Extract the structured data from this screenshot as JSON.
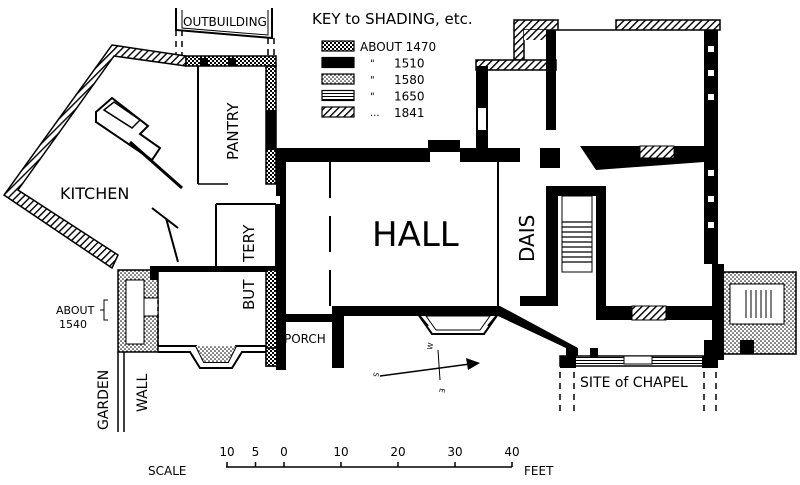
{
  "key": {
    "title": "KEY to SHADING, etc.",
    "entries": [
      {
        "mark": "",
        "label": "ABOUT 1470",
        "pattern": "cross"
      },
      {
        "mark": "\"",
        "label": "1510",
        "pattern": "solid"
      },
      {
        "mark": "\"",
        "label": "1580",
        "pattern": "dots"
      },
      {
        "mark": "\"",
        "label": "1650",
        "pattern": "hlines"
      },
      {
        "mark": "...",
        "label": "1841",
        "pattern": "diag"
      }
    ]
  },
  "rooms": {
    "outbuilding": "OUTBUILDING",
    "pantry": "PANTRY",
    "kitchen": "KITCHEN",
    "hall": "HALL",
    "dais": "DAIS",
    "buttery_1": "TERY",
    "buttery_2": "BUT",
    "porch": "PORCH",
    "about": "ABOUT",
    "about_year": "1540",
    "garden": "GARDEN",
    "wall": "WALL",
    "chapel": "SITE of CHAPEL"
  },
  "compass": {
    "w": "W",
    "e": "E",
    "s": "S"
  },
  "scale": {
    "label": "SCALE",
    "unit": "FEET",
    "ticks": [
      "10",
      "5",
      "0",
      "10",
      "20",
      "30",
      "40"
    ]
  },
  "colors": {
    "ink": "#000000",
    "paper": "#ffffff"
  }
}
